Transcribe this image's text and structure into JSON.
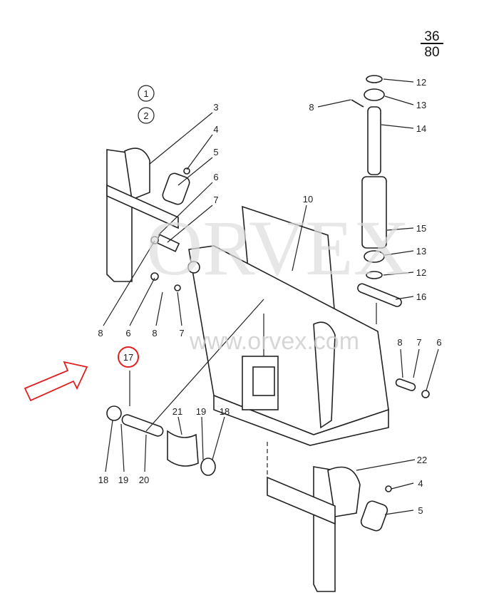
{
  "page_number": {
    "numerator": "36",
    "denominator": "80"
  },
  "assembly_markers": [
    "1",
    "2"
  ],
  "highlight_color": "#e02020",
  "watermark": {
    "logo": "ORVEX",
    "url": "www.orvex.com"
  },
  "callouts": {
    "c3": "3",
    "c4a": "4",
    "c5a": "5",
    "c6a": "6",
    "c7a": "7",
    "c8top": "8",
    "c12a": "12",
    "c13a": "13",
    "c14": "14",
    "c10": "10",
    "c15": "15",
    "c13b": "13",
    "c12b": "12",
    "c16": "16",
    "c8b": "8",
    "c6b": "6",
    "c8c": "8",
    "c7b": "7",
    "c17": "17",
    "c18a": "18",
    "c19a": "19",
    "c20": "20",
    "c21": "21",
    "c19b": "19",
    "c18b": "18",
    "c8d": "8",
    "c7c": "7",
    "c6c": "6",
    "c22": "22",
    "c4b": "4",
    "c5b": "5"
  }
}
